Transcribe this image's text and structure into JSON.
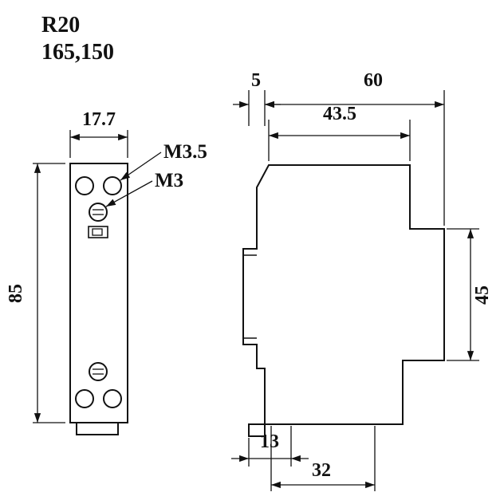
{
  "drawing": {
    "model": "R20",
    "type_code": "165,150",
    "front_view": {
      "width_mm": "17.7",
      "height_mm": "85",
      "screw_label_large": "M3.5",
      "screw_label_small": "M3"
    },
    "side_view": {
      "clip_depth_mm": "5",
      "total_depth_mm": "60",
      "top_depth_mm": "43.5",
      "rail_section_height_mm": "45",
      "bottom_offset_mm": "13",
      "bottom_width_mm": "32"
    }
  }
}
